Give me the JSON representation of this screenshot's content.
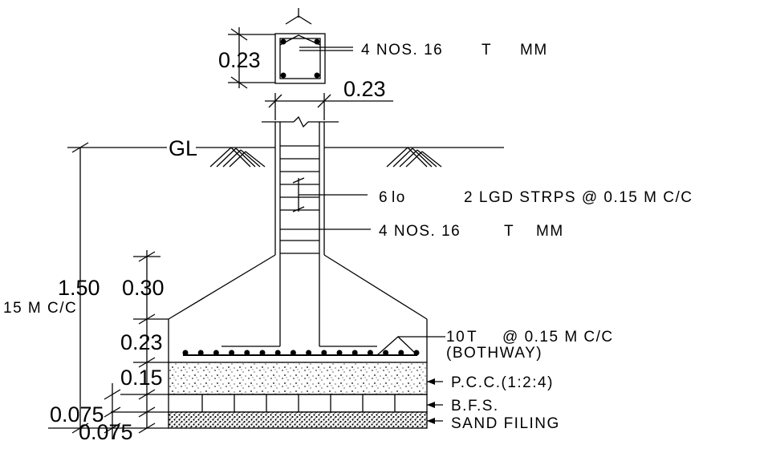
{
  "column_section": {
    "size_label": "0.23",
    "rebar_note": "4 NOS. 16",
    "rebar_symbol": "T",
    "rebar_unit": "MM"
  },
  "column_width_label": "0.23",
  "ground_level_label": "GL",
  "stirrup_note": {
    "dia": "6",
    "symbol": "lo",
    "text": "2 LGD STRPS @ 0.15 M C/C"
  },
  "column_bars_note": {
    "text": "4 NOS. 16",
    "symbol": "T",
    "unit": "MM"
  },
  "footing_bars_note": {
    "dia": "10",
    "symbol": "T",
    "spacing": "@ 0.15 M C/C",
    "extent": "(BOTHWAY)"
  },
  "left_cut_note": "15 M C/C",
  "layers": {
    "pcc": "P.C.C.(1:2:4)",
    "bfs": "B.F.S.",
    "sand": "SAND FILING"
  },
  "dimensions": {
    "depth_total": "1.50",
    "taper_height": "0.30",
    "footing_edge": "0.23",
    "pcc_thickness": "0.15",
    "bfs_thickness": "0.075",
    "sand_thickness": "0.075"
  },
  "icons": {
    "ground_hatch": "ground-hatch-icon",
    "break_mark": "break-line-icon",
    "rebar_dot": "rebar-dot-icon"
  }
}
